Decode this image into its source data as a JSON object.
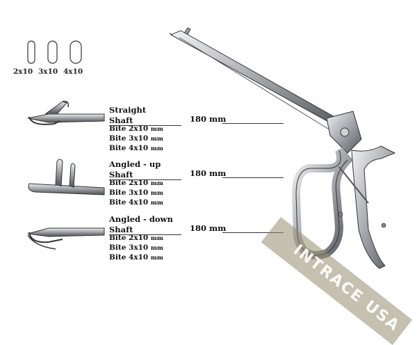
{
  "sizes": [
    {
      "label": "2x10"
    },
    {
      "label": "3x10"
    },
    {
      "label": "4x10"
    }
  ],
  "variants": [
    {
      "name": "Straight",
      "shaft": "Shaft",
      "length": "180 mm",
      "bites": [
        {
          "main": "Bite 2x10",
          "unit": "mm"
        },
        {
          "main": "Bite 3x10",
          "unit": "mm"
        },
        {
          "main": "Bite 4x10",
          "unit": "mm"
        }
      ]
    },
    {
      "name": "Angled - up",
      "shaft": "Shaft",
      "length": "180 mm",
      "bites": [
        {
          "main": "Bite 2x10",
          "unit": "mm"
        },
        {
          "main": "Bite 3x10",
          "unit": "mm"
        },
        {
          "main": "Bite 4x10",
          "unit": "mm"
        }
      ]
    },
    {
      "name": "Angled - down",
      "shaft": "Shaft",
      "length": "180 mm",
      "bites": [
        {
          "main": "Bite 2x10",
          "unit": "mm"
        },
        {
          "main": "Bite 3x10",
          "unit": "mm"
        },
        {
          "main": "Bite 4x10",
          "unit": "mm"
        }
      ]
    }
  ],
  "watermark": {
    "text": "INTRACE USA"
  },
  "colors": {
    "steel_dark": "#5a5e63",
    "steel_light": "#d8dadd",
    "watermark_bg": "#968c6e"
  }
}
